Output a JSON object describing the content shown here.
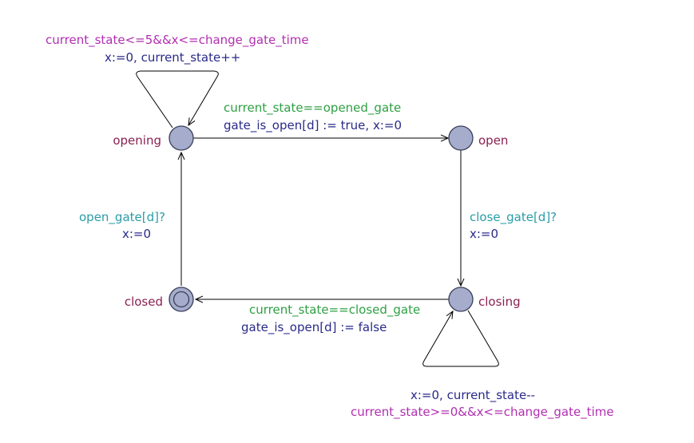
{
  "locations": {
    "opening": "opening",
    "open": "open",
    "closing": "closing",
    "closed": "closed"
  },
  "edges": {
    "opening_self": {
      "guard": "current_state<=5&&x<=change_gate_time",
      "update": "x:=0, current_state++"
    },
    "opening_to_open": {
      "guard": "current_state==opened_gate",
      "update": "gate_is_open[d] := true, x:=0"
    },
    "open_to_closing": {
      "sync": "close_gate[d]?",
      "update": "x:=0"
    },
    "closing_to_closed": {
      "guard": "current_state==closed_gate",
      "update": "gate_is_open[d] := false"
    },
    "closed_to_opening": {
      "sync": "open_gate[d]?",
      "update": "x:=0"
    },
    "closing_self": {
      "update": "x:=0, current_state--",
      "guard": "current_state>=0&&x<=change_gate_time"
    }
  },
  "colors": {
    "location_fill": "#a6adcc",
    "location_name": "#8b2052",
    "guard": "#2ea043",
    "update": "#2a2a8a",
    "sync": "#2a9da6",
    "invariant_guard": "#b02fb0"
  }
}
